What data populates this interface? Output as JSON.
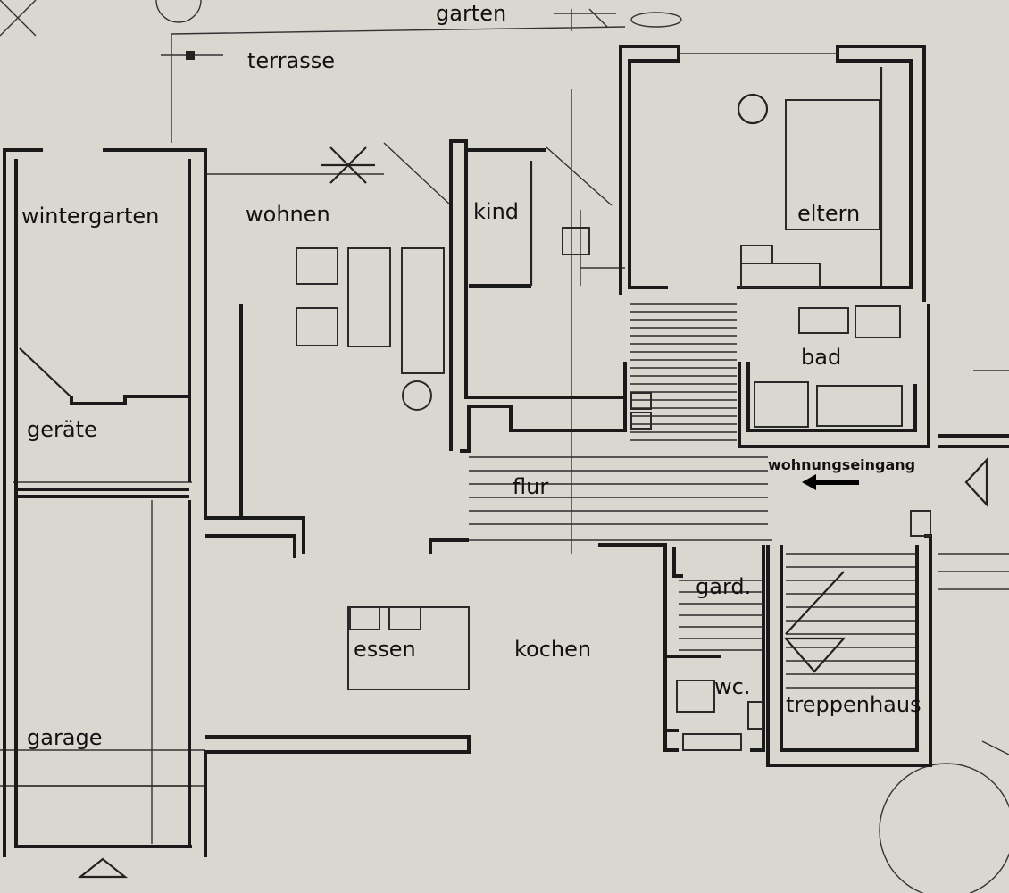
{
  "rooms": {
    "garten": "garten",
    "terrasse": "terrasse",
    "wintergarten": "wintergarten",
    "wohnen": "wohnen",
    "kind": "kind",
    "eltern": "eltern",
    "bad": "bad",
    "geraete": "geräte",
    "flur": "flur",
    "wohnungseingang": "wohnungseingang",
    "gard": "gard.",
    "essen": "essen",
    "kochen": "kochen",
    "wc": "wc.",
    "treppenhaus": "treppenhaus",
    "garage": "garage"
  },
  "colors": {
    "paper": "#d9d7d0",
    "ink": "#1a1a1a",
    "arrow": "#000000"
  }
}
